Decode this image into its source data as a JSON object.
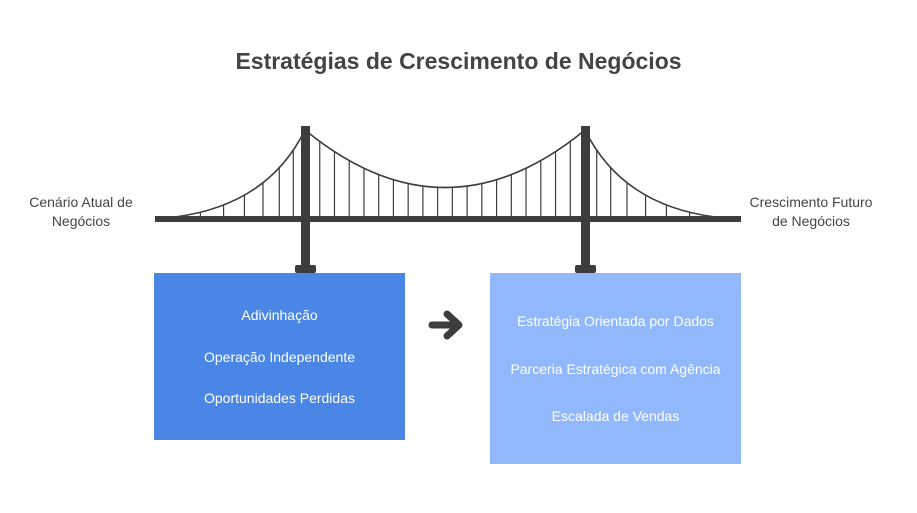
{
  "title": "Estratégias de Crescimento de Negócios",
  "left_label": "Cenário Atual de Negócios",
  "right_label": "Crescimento Futuro de Negócios",
  "current_state": {
    "items": [
      "Adivinhação",
      "Operação Independente",
      "Oportunidades Perdidas"
    ],
    "color": "#4a86e6"
  },
  "future_state": {
    "items": [
      "Estratégia Orientada por Dados",
      "Parceria Estratégica com Agência",
      "Escalada de Vendas"
    ],
    "color": "#90b8fa"
  },
  "bridge_color": "#3d3d3d",
  "icons": {
    "transition": "arrow-right-icon",
    "bridge": "suspension-bridge-icon"
  }
}
